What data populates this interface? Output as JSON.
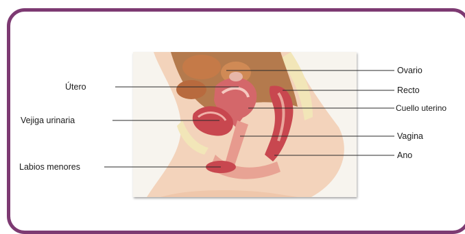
{
  "labels": {
    "utero": "Útero",
    "vejiga": "Vejiga urinaria",
    "labios": "Labios menores",
    "ovario": "Ovario",
    "recto": "Recto",
    "cuello": "Cuello uterino",
    "vagina": "Vagina",
    "ano": "Ano"
  },
  "colors": {
    "frame": "#7d3a72",
    "skin": "#f3d3bb",
    "tissue": "#e8a394",
    "organ": "#c8474f",
    "bone": "#f2e6b8"
  }
}
